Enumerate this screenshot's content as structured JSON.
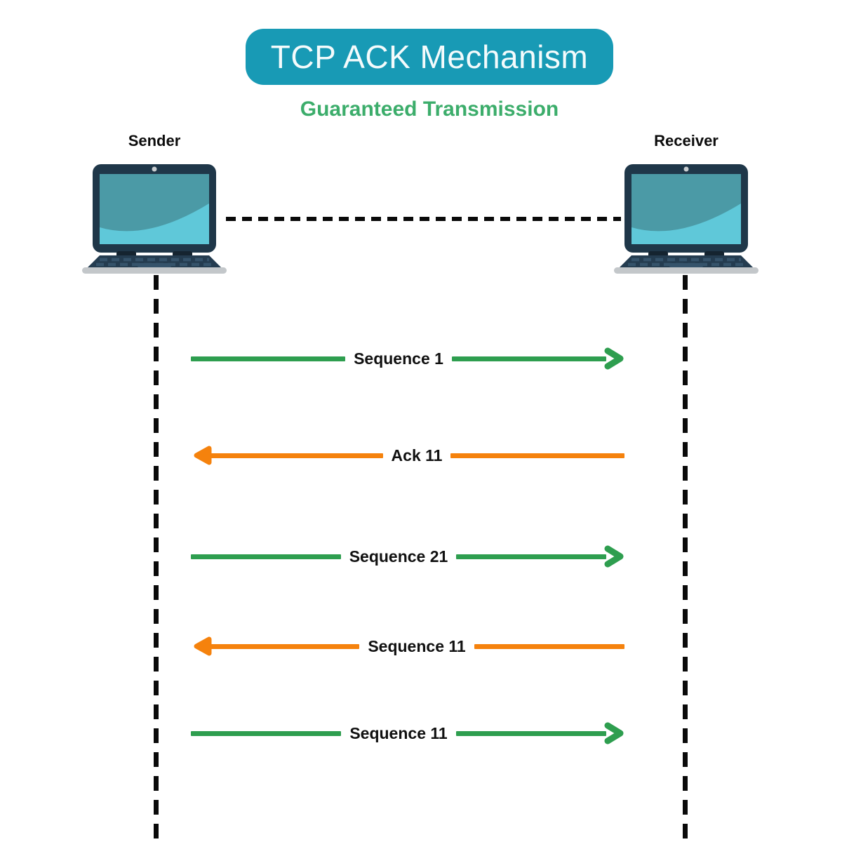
{
  "title": "TCP ACK Mechanism",
  "subtitle": "Guaranteed Transmission",
  "actors": {
    "sender_label": "Sender",
    "receiver_label": "Receiver"
  },
  "messages": [
    {
      "label": "Sequence 1",
      "direction": "right",
      "color": "green"
    },
    {
      "label": "Ack 11",
      "direction": "left",
      "color": "orange"
    },
    {
      "label": "Sequence 21",
      "direction": "right",
      "color": "green"
    },
    {
      "label": "Sequence 11",
      "direction": "left",
      "color": "orange"
    },
    {
      "label": "Sequence 11",
      "direction": "right",
      "color": "green"
    }
  ],
  "colors": {
    "c-banner": "#189AB5",
    "c-subtitle": "#3CAD6B",
    "c-green": "#2E9E4F",
    "c-orange": "#F5820D",
    "c-label": "#111111",
    "c-dash": "#0a0a0a",
    "c-navy": "#1F3749",
    "c-deck": "#243C50",
    "c-hinge": "#152430",
    "c-keys": "#35536B",
    "c-screen": "#4B9AA6",
    "c-screen-light": "#5FC8D9",
    "c-gray": "#C3C7CA",
    "c-webcam": "#C9CED1"
  }
}
